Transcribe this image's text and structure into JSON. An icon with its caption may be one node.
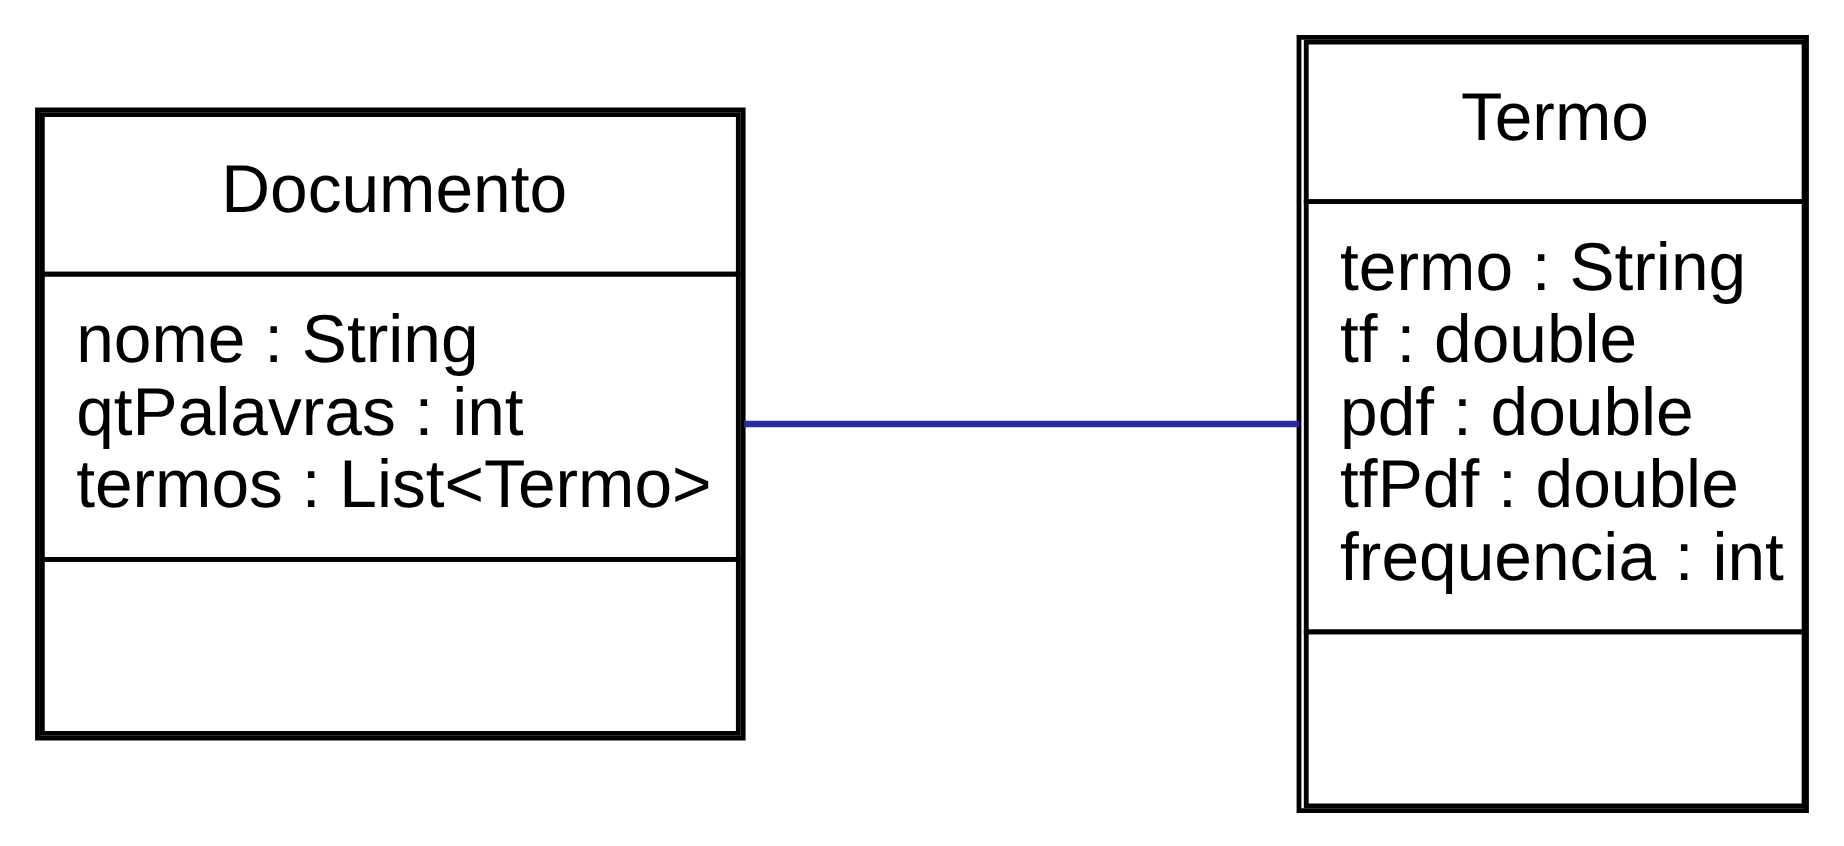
{
  "diagram": {
    "nodes": [
      {
        "text": [
          "Documento",
          "nome : String",
          "qtPalavras : int",
          "termos : List<Termo>"
        ]
      },
      {
        "text": [
          "Termo",
          "termo : String",
          "tf : double",
          "pdf : double",
          "tfPdf : double",
          "frequencia : int"
        ]
      }
    ],
    "edges": [
      {
        "from": 0,
        "to": 1,
        "arrow": "none",
        "color": "#2b2b9c"
      }
    ]
  }
}
